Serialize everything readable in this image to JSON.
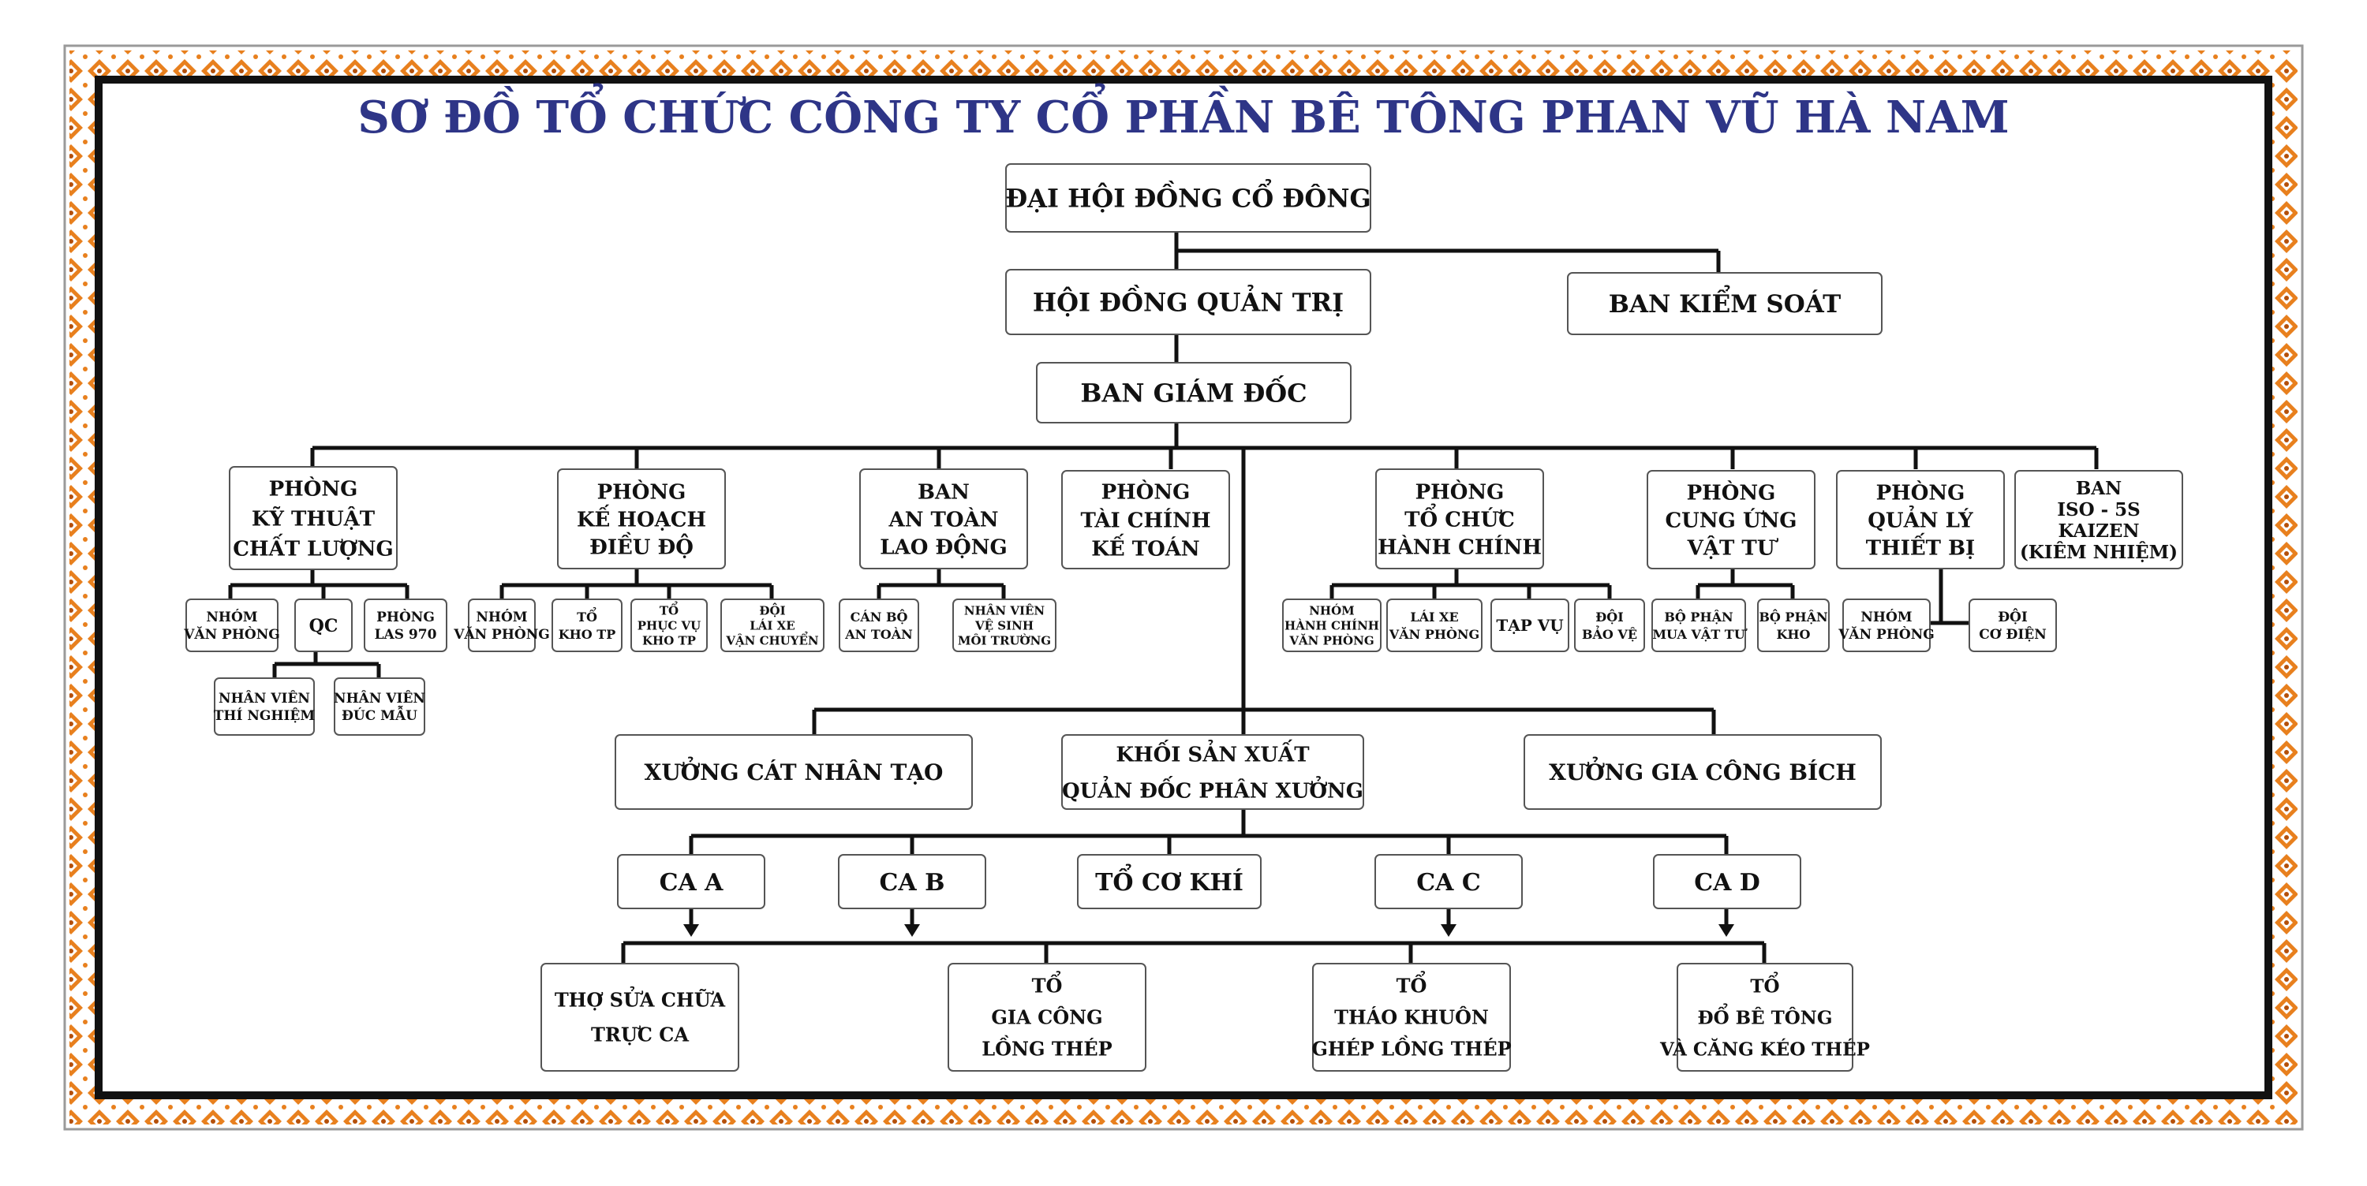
{
  "title": "SƠ ĐỒ TỔ CHỨC CÔNG TY CỔ PHẦN BÊ TÔNG PHAN VŨ HÀ NAM",
  "colors": {
    "title": "#2e3587",
    "border_orange": "#e8801e",
    "frame": "#111111",
    "box_stroke": "#555555"
  },
  "nodes": {
    "dhdcd": [
      "ĐẠI HỘI ĐỒNG CỔ ĐÔNG"
    ],
    "hdqt": [
      "HỘI ĐỒNG QUẢN TRỊ"
    ],
    "bks": [
      "BAN KIỂM SOÁT"
    ],
    "bgd": [
      "BAN GIÁM ĐỐC"
    ],
    "p_kt": [
      "PHÒNG",
      "KỸ THUẬT",
      "CHẤT LƯỢNG"
    ],
    "p_kh": [
      "PHÒNG",
      "KẾ HOẠCH",
      "ĐIỀU ĐỘ"
    ],
    "b_at": [
      "BAN",
      "AN TOÀN",
      "LAO ĐỘNG"
    ],
    "p_tc": [
      "PHÒNG",
      "TÀI CHÍNH",
      "KẾ TOÁN"
    ],
    "p_tchc": [
      "PHÒNG",
      "TỔ CHỨC",
      "HÀNH CHÍNH"
    ],
    "p_cu": [
      "PHÒNG",
      "CUNG ỨNG",
      "VẬT TƯ"
    ],
    "p_ql": [
      "PHÒNG",
      "QUẢN LÝ",
      "THIẾT BỊ"
    ],
    "b_iso": [
      "BAN",
      "ISO - 5S",
      "KAIZEN",
      "(KIÊM NHIỆM)"
    ],
    "kt_nvp": [
      "NHÓM",
      "VĂN PHÒNG"
    ],
    "kt_qc": [
      "QC"
    ],
    "kt_las": [
      "PHÒNG",
      "LAS 970"
    ],
    "kt_tn": [
      "NHÂN VIÊN",
      "THÍ NGHIỆM"
    ],
    "kt_dm": [
      "NHÂN VIÊN",
      "ĐÚC MẪU"
    ],
    "kh_nvp": [
      "NHÓM",
      "VĂN PHÒNG"
    ],
    "kh_kho": [
      "TỔ",
      "KHO TP"
    ],
    "kh_pv": [
      "TỔ",
      "PHỤC VỤ",
      "KHO TP"
    ],
    "kh_lx": [
      "ĐỘI",
      "LÁI XE",
      "VẬN CHUYỂN"
    ],
    "at_cb": [
      "CÁN BỘ",
      "AN TOÀN"
    ],
    "at_vs": [
      "NHÂN VIÊN",
      "VỆ SINH",
      "MÔI TRƯỜNG"
    ],
    "hc_nhc": [
      "NHÓM",
      "HÀNH CHÍNH",
      "VĂN PHÒNG"
    ],
    "hc_lx": [
      "LÁI XE",
      "VĂN PHÒNG"
    ],
    "hc_tv": [
      "TẠP VỤ"
    ],
    "hc_bv": [
      "ĐỘI",
      "BẢO VỆ"
    ],
    "cu_mua": [
      "BỘ PHẬN",
      "MUA VẬT TƯ"
    ],
    "cu_kho": [
      "BỘ PHẬN",
      "KHO"
    ],
    "ql_nvp": [
      "NHÓM",
      "VĂN PHÒNG"
    ],
    "ql_cd": [
      "ĐỘI",
      "CƠ ĐIỆN"
    ],
    "x_cat": [
      "XƯỞNG CÁT NHÂN TẠO"
    ],
    "ksx": [
      "KHỐI SẢN XUẤT",
      "QUẢN ĐỐC PHÂN XƯỞNG"
    ],
    "x_gc": [
      "XƯỞNG GIA CÔNG BÍCH"
    ],
    "ca_a": [
      "CA A"
    ],
    "ca_b": [
      "CA B"
    ],
    "to_ck": [
      "TỔ CƠ KHÍ"
    ],
    "ca_c": [
      "CA C"
    ],
    "ca_d": [
      "CA D"
    ],
    "tho": [
      "THỢ SỬA CHỮA",
      "TRỰC CA"
    ],
    "to_gc": [
      "TỔ",
      "GIA CÔNG",
      "LỒNG THÉP"
    ],
    "to_tk": [
      "TỔ",
      "THÁO KHUÔN",
      "GHÉP LỒNG THÉP"
    ],
    "to_dbt": [
      "TỔ",
      "ĐỔ BÊ TÔNG",
      "VÀ CĂNG KÉO THÉP"
    ]
  }
}
